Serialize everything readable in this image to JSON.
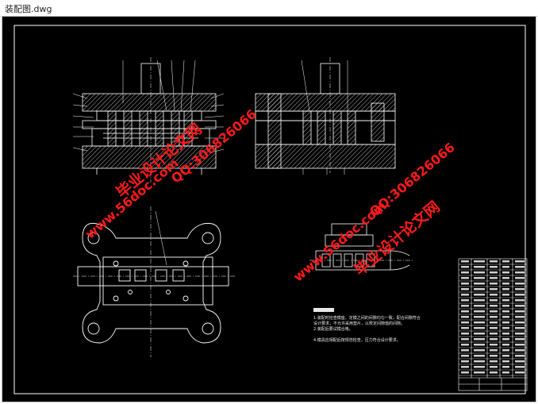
{
  "window": {
    "title": "装配图.dwg"
  },
  "watermarks": {
    "site_cn": "毕业设计论文网",
    "url": "www.56doc.com",
    "qq": "QQ:306826066"
  },
  "notes": {
    "line1": "1.装配时检查模座、定模之间的间隙均匀一致，配合间隙符合",
    "line2": "  设计要求，不允许采用垫片，以校定间隙值的间隙。",
    "line3": "2.装配后要试模合格。",
    "line4": "4.模具应相配后按规范检查，压力符合设计要求。"
  },
  "colors": {
    "background": "#000000",
    "lines": "#ffffff",
    "watermark": "#ff1a1a"
  }
}
